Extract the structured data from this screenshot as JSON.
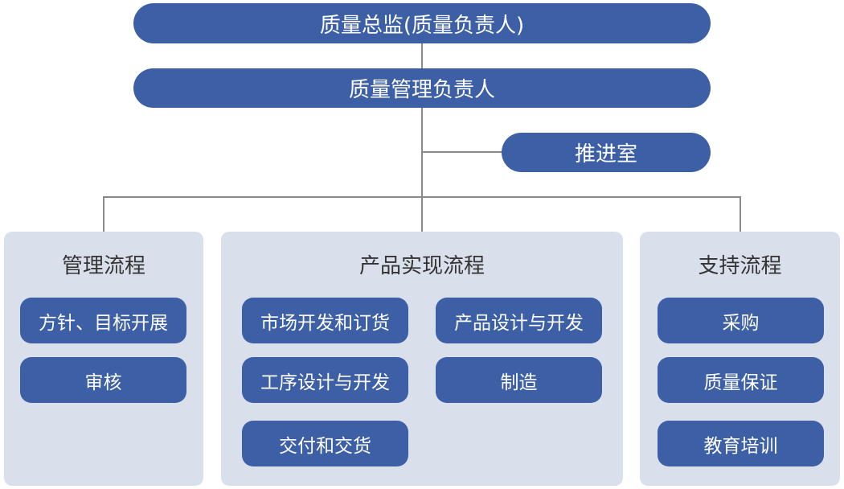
{
  "top": {
    "quality_director": "质量总监(质量负责人)",
    "quality_manager": "质量管理负责人",
    "promotion_office": "推进室"
  },
  "panels": {
    "management": {
      "title": "管理流程",
      "items": [
        "方针、目标开展",
        "审核"
      ]
    },
    "product": {
      "title": "产品实现流程",
      "items": [
        "市场开发和订货",
        "产品设计与开发",
        "工序设计与开发",
        "制造",
        "交付和交货"
      ]
    },
    "support": {
      "title": "支持流程",
      "items": [
        "采购",
        "质量保证",
        "教育培训"
      ]
    }
  },
  "colors": {
    "pill": "#3c5fa6",
    "panel": "#d9e0ec",
    "connector": "#8a8a8a"
  }
}
